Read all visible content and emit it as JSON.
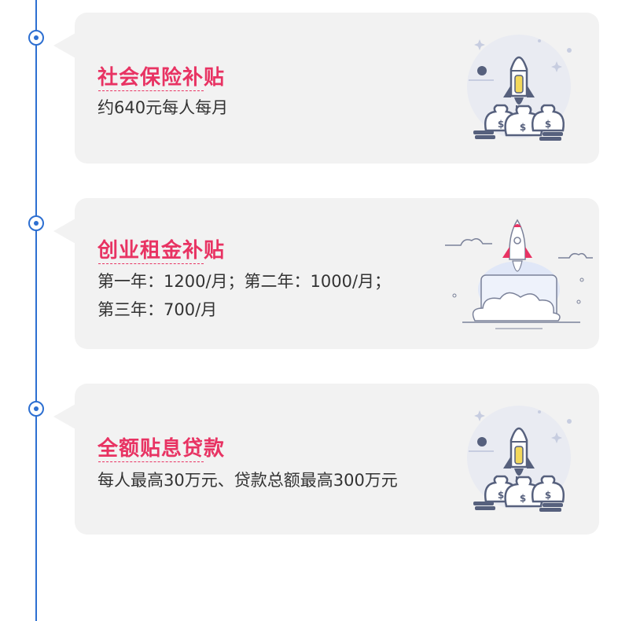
{
  "colors": {
    "accent": "#e83363",
    "timeline": "#2d6fd1",
    "card_bg": "#f2f2f2",
    "text": "#333333"
  },
  "items": [
    {
      "title": "社会保险补贴",
      "lines": [
        "约640元每人每月"
      ],
      "illustration": "rocket-money-icon"
    },
    {
      "title": "创业租金补贴",
      "lines": [
        "第一年：1200/月；第二年：1000/月；",
        "第三年：700/月"
      ],
      "illustration": "rocket-laptop-icon"
    },
    {
      "title": "全额贴息贷款",
      "lines": [
        "每人最高30万元、贷款总额最高300万元"
      ],
      "illustration": "rocket-money-icon"
    }
  ]
}
